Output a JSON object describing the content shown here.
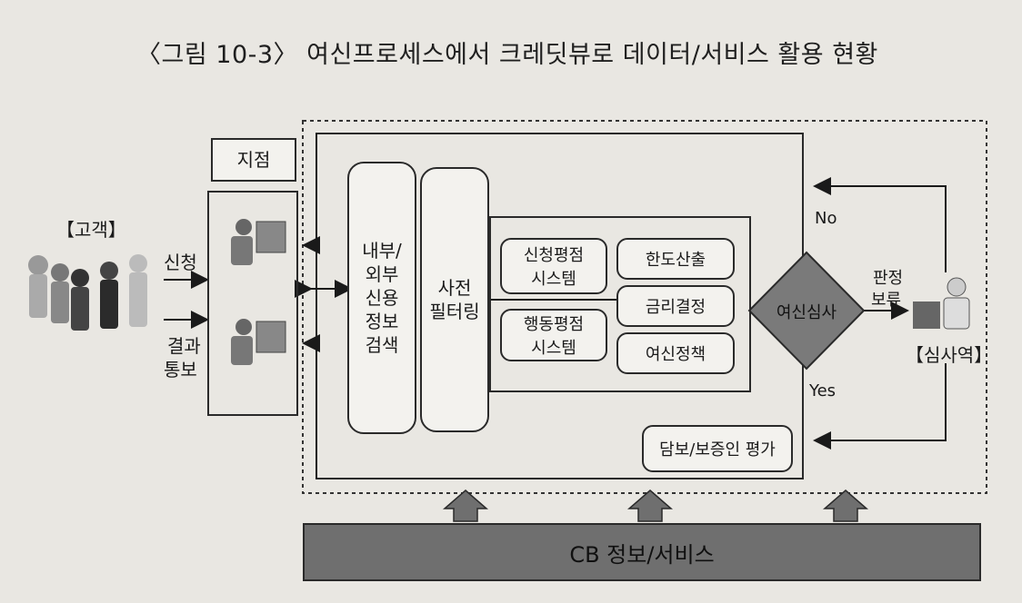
{
  "title": "〈그림 10-3〉 여신프로세스에서 크레딧뷰로 데이터/서비스 활용 현황",
  "customer": {
    "label": "【고객】",
    "apply": "신청",
    "notify_line1": "결과",
    "notify_line2": "통보"
  },
  "branch": {
    "label": "지점"
  },
  "columns": {
    "info_search": [
      "내부/",
      "외부",
      "신용",
      "정보",
      "검색"
    ],
    "pre_filter": [
      "사전",
      "필터링"
    ]
  },
  "systems": {
    "app_score": [
      "신청평점",
      "시스템"
    ],
    "behavior_score": [
      "행동평점",
      "시스템"
    ],
    "limit": "한도산출",
    "rate": "금리결정",
    "policy": "여신정책",
    "collateral": "담보/보증인 평가"
  },
  "decision": {
    "label": "여신심사",
    "no": "No",
    "yes": "Yes",
    "hold_line1": "판정",
    "hold_line2": "보류"
  },
  "reviewer": {
    "label": "【심사역】"
  },
  "cb": {
    "label": "CB 정보/서비스"
  }
}
